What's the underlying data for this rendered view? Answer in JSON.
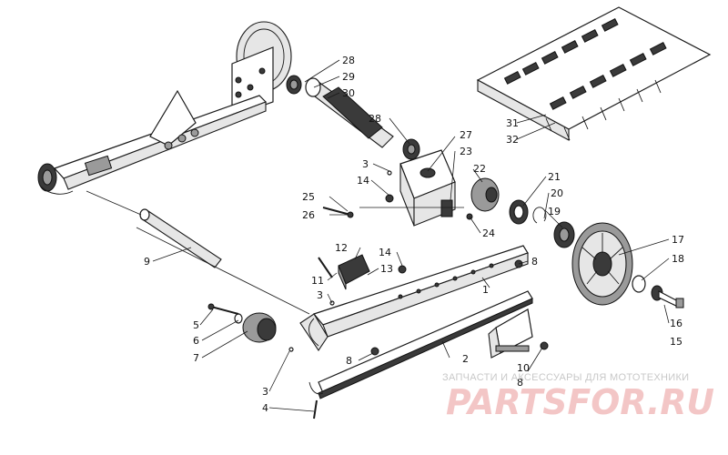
{
  "callouts": {
    "c1": "1",
    "c2": "2",
    "c3a": "3",
    "c3b": "3",
    "c3c": "3",
    "c4": "4",
    "c5": "5",
    "c6": "6",
    "c7": "7",
    "c8a": "8",
    "c8b": "8",
    "c8c": "8",
    "c9": "9",
    "c10": "10",
    "c11": "11",
    "c12": "12",
    "c13": "13",
    "c14a": "14",
    "c14b": "14",
    "c15": "15",
    "c16": "16",
    "c17": "17",
    "c18": "18",
    "c19": "19",
    "c20": "20",
    "c21": "21",
    "c22": "22",
    "c23": "23",
    "c24": "24",
    "c25": "25",
    "c26": "26",
    "c27": "27",
    "c28a": "28",
    "c28b": "28",
    "c29": "29",
    "c30": "30",
    "c31": "31",
    "c32": "32"
  },
  "watermark": {
    "tagline": "ЗАПЧАСТИ И АКСЕССУАРЫ ДЛЯ МОТОТЕХНИКИ",
    "logo": "PARTSFOR.RU"
  }
}
